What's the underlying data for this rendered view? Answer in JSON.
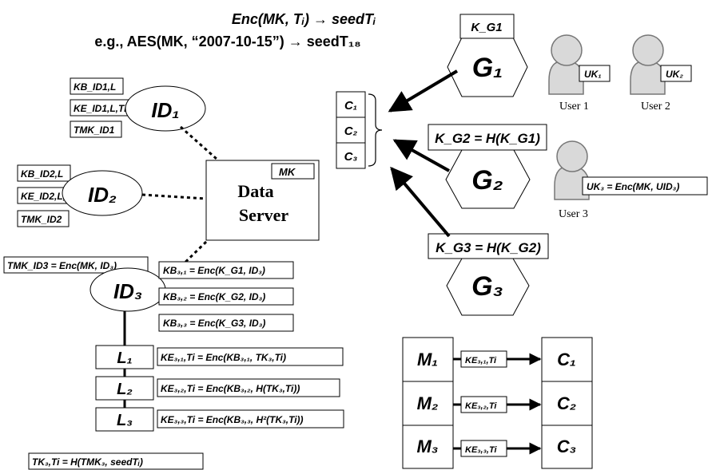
{
  "formula": {
    "main": "Enc(MK, Tᵢ) → seedTᵢ",
    "example": "e.g., AES(MK, “2007-10-15”) → seedT₁₈"
  },
  "data_server": {
    "line1": "Data",
    "line2": "Server",
    "key": "MK"
  },
  "id1": {
    "label": "ID₁",
    "keys": [
      "KB_ID1,L",
      "KE_ID1,L,Ti",
      "TMK_ID1"
    ]
  },
  "id2": {
    "label": "ID₂",
    "keys": [
      "KB_ID2,L",
      "KE_ID2,L,Ti",
      "TMK_ID2"
    ]
  },
  "id3": {
    "label": "ID₃",
    "tmk": "TMK_ID3 = Enc(MK, ID₃)",
    "kb": [
      "KB₃,₁ = Enc(K_G1, ID₃)",
      "KB₃,₂ = Enc(K_G2, ID₃)",
      "KB₃,₃ = Enc(K_G3, ID₃)"
    ]
  },
  "levels": [
    {
      "label": "L₁",
      "key": "KE₃,₁,Ti = Enc(KB₃,₁, TK₃,Ti)"
    },
    {
      "label": "L₂",
      "key": "KE₃,₂,Ti = Enc(KB₃,₂, H(TK₃,Ti))"
    },
    {
      "label": "L₃",
      "key": "KE₃,₃,Ti = Enc(KB₃,₃, H²(TK₃,Ti))"
    }
  ],
  "tk_formula": "TK₃,Ti = H(TMK₃, seedTᵢ)",
  "channels": [
    "C₁",
    "C₂",
    "C₃"
  ],
  "groups": [
    {
      "label": "G₁",
      "key": "K_G1"
    },
    {
      "label": "G₂",
      "key": "K_G2 = H(K_G1)"
    },
    {
      "label": "G₃",
      "key": "K_G3 = H(K_G2)"
    }
  ],
  "users": [
    {
      "name": "User 1",
      "key": "UK₁"
    },
    {
      "name": "User 2",
      "key": "UK₂"
    },
    {
      "name": "User 3",
      "key": "UK₃ = Enc(MK, UID₃)"
    }
  ],
  "encryption_table": [
    {
      "m": "M₁",
      "key": "KE₃,₁,Ti",
      "c": "C₁"
    },
    {
      "m": "M₂",
      "key": "KE₃,₂,Ti",
      "c": "C₂"
    },
    {
      "m": "M₃",
      "key": "KE₃,₃,Ti",
      "c": "C₃"
    }
  ],
  "colors": {
    "stroke": "#000000",
    "user_fill": "#d9d9d9",
    "background": "#ffffff"
  }
}
